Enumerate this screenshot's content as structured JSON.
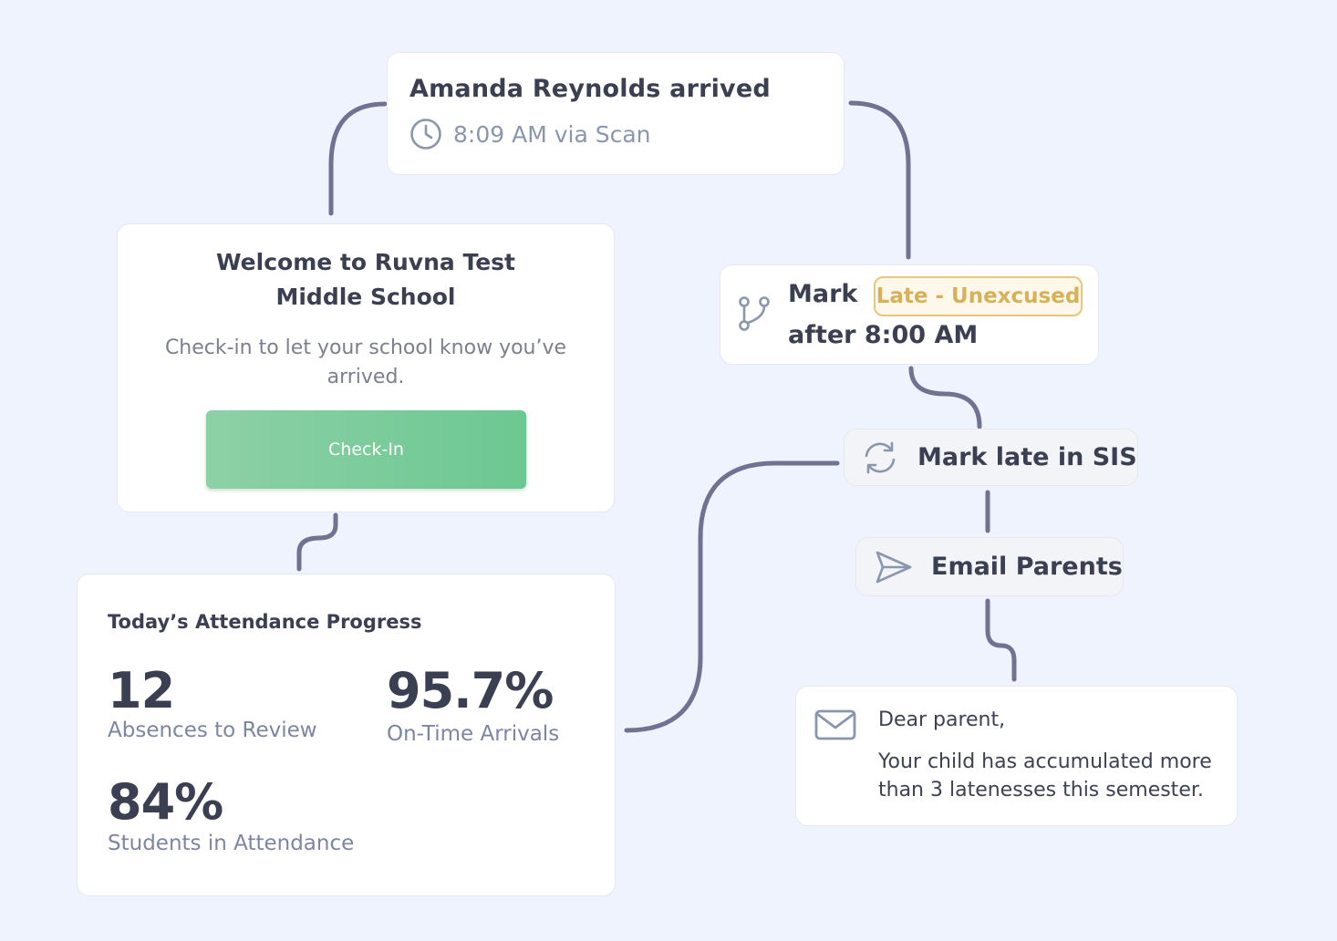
{
  "arrival": {
    "title": "Amanda Reynolds arrived",
    "detail": "8:09 AM via Scan",
    "icon": "clock-icon"
  },
  "welcome": {
    "title": "Welcome to Ruvna Test Middle School",
    "description": "Check-in to let your school know you’ve arrived.",
    "button_label": "Check-In"
  },
  "mark": {
    "icon": "branch-icon",
    "word": "Mark",
    "badge": "Late - Unexcused",
    "condition": "after 8:00 AM"
  },
  "sis_step": {
    "icon": "sync-icon",
    "label": "Mark late in SIS"
  },
  "email_step": {
    "icon": "send-icon",
    "label": "Email Parents"
  },
  "attendance": {
    "heading": "Today’s Attendance Progress",
    "stats": [
      {
        "value": "12",
        "label": "Absences to Review"
      },
      {
        "value": "95.7%",
        "label": "On-Time Arrivals"
      },
      {
        "value": "84%",
        "label": "Students in Attendance"
      }
    ]
  },
  "letter": {
    "icon": "envelope-icon",
    "greeting": "Dear parent,",
    "body": "Your child has accumulated more than 3 latenesses this semester."
  },
  "colors": {
    "background": "#eef3fd",
    "connector": "#6f7290",
    "button_green": "#6cc891",
    "badge_gold": "#d8b05a"
  }
}
